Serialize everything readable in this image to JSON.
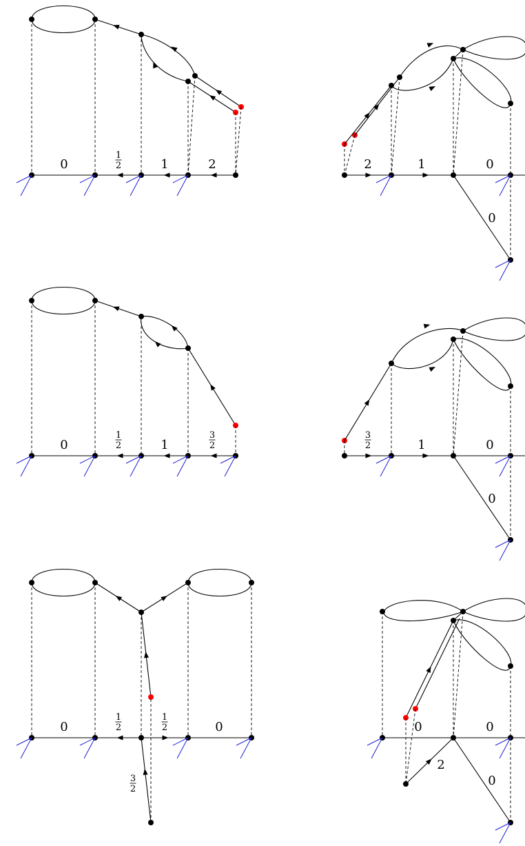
{
  "colors": {
    "ink": "#000000",
    "marked_point": "#ff0000",
    "leg": "#1f1fd6"
  },
  "panels": [
    {
      "id": "row1-left",
      "edge_labels": [
        {
          "text": "0"
        },
        {
          "frac": [
            "1",
            "2"
          ]
        },
        {
          "text": "1"
        },
        {
          "text": "2"
        }
      ]
    },
    {
      "id": "row1-right",
      "edge_labels": [
        {
          "text": "2"
        },
        {
          "text": "1"
        },
        {
          "text": "0"
        },
        {
          "text": "0"
        }
      ]
    },
    {
      "id": "row2-left",
      "edge_labels": [
        {
          "text": "0"
        },
        {
          "frac": [
            "1",
            "2"
          ]
        },
        {
          "text": "1"
        },
        {
          "frac": [
            "3",
            "2"
          ]
        }
      ]
    },
    {
      "id": "row2-right",
      "edge_labels": [
        {
          "frac": [
            "3",
            "2"
          ]
        },
        {
          "text": "1"
        },
        {
          "text": "0"
        },
        {
          "text": "0"
        }
      ]
    },
    {
      "id": "row3-left",
      "edge_labels": [
        {
          "text": "0"
        },
        {
          "frac": [
            "1",
            "2"
          ]
        },
        {
          "frac": [
            "1",
            "2"
          ]
        },
        {
          "text": "0"
        },
        {
          "frac": [
            "3",
            "2"
          ]
        }
      ]
    },
    {
      "id": "row3-right",
      "edge_labels": [
        {
          "text": "0"
        },
        {
          "text": "0"
        },
        {
          "text": "2"
        },
        {
          "text": "0"
        }
      ]
    }
  ]
}
